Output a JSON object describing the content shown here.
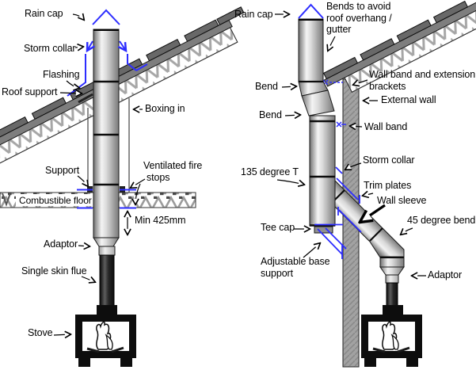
{
  "colors": {
    "annotation_blue": "#2d2dff",
    "ink": "#000000",
    "pipe_highlight": "#f2f2f2",
    "pipe_shadow": "#6b6b6b",
    "single_skin_black": "#111111",
    "wall_gray": "#a2a2a2",
    "roof_slab_gray": "#7e7e7e",
    "roof_tile_gray": "#686868",
    "truss_gray": "#a6a6a6"
  },
  "left": {
    "rain_cap": "Rain cap",
    "storm_collar": "Storm collar",
    "flashing": "Flashing",
    "roof_support": "Roof support",
    "boxing_in": "Boxing in",
    "support": "Support",
    "ventilated_fire_stops": {
      "line1": "Ventilated fire",
      "line2": "stops"
    },
    "combustible_floor": "Combustible floor",
    "min_clearance": "Min 425mm",
    "adaptor": "Adaptor",
    "single_skin_flue": "Single skin flue",
    "stove": "Stove"
  },
  "right": {
    "rain_cap": "Rain cap",
    "bends_note": {
      "line1": "Bends to avoid",
      "line2": "roof overhang /",
      "line3": "gutter"
    },
    "bend_upper": "Bend",
    "wall_band_extension": {
      "line1": "Wall band and extension",
      "line2": "brackets"
    },
    "external_wall": "External wall",
    "bend_lower": "Bend",
    "wall_band": "Wall band",
    "tee_135": "135 degree T",
    "storm_collar": "Storm collar",
    "trim_plates": "Trim plates",
    "wall_sleeve": "Wall sleeve",
    "bend_45": "45 degree bend",
    "tee_cap": "Tee cap",
    "adjustable_base_support": {
      "line1": "Adjustable base",
      "line2": "support"
    },
    "adaptor": "Adaptor"
  }
}
